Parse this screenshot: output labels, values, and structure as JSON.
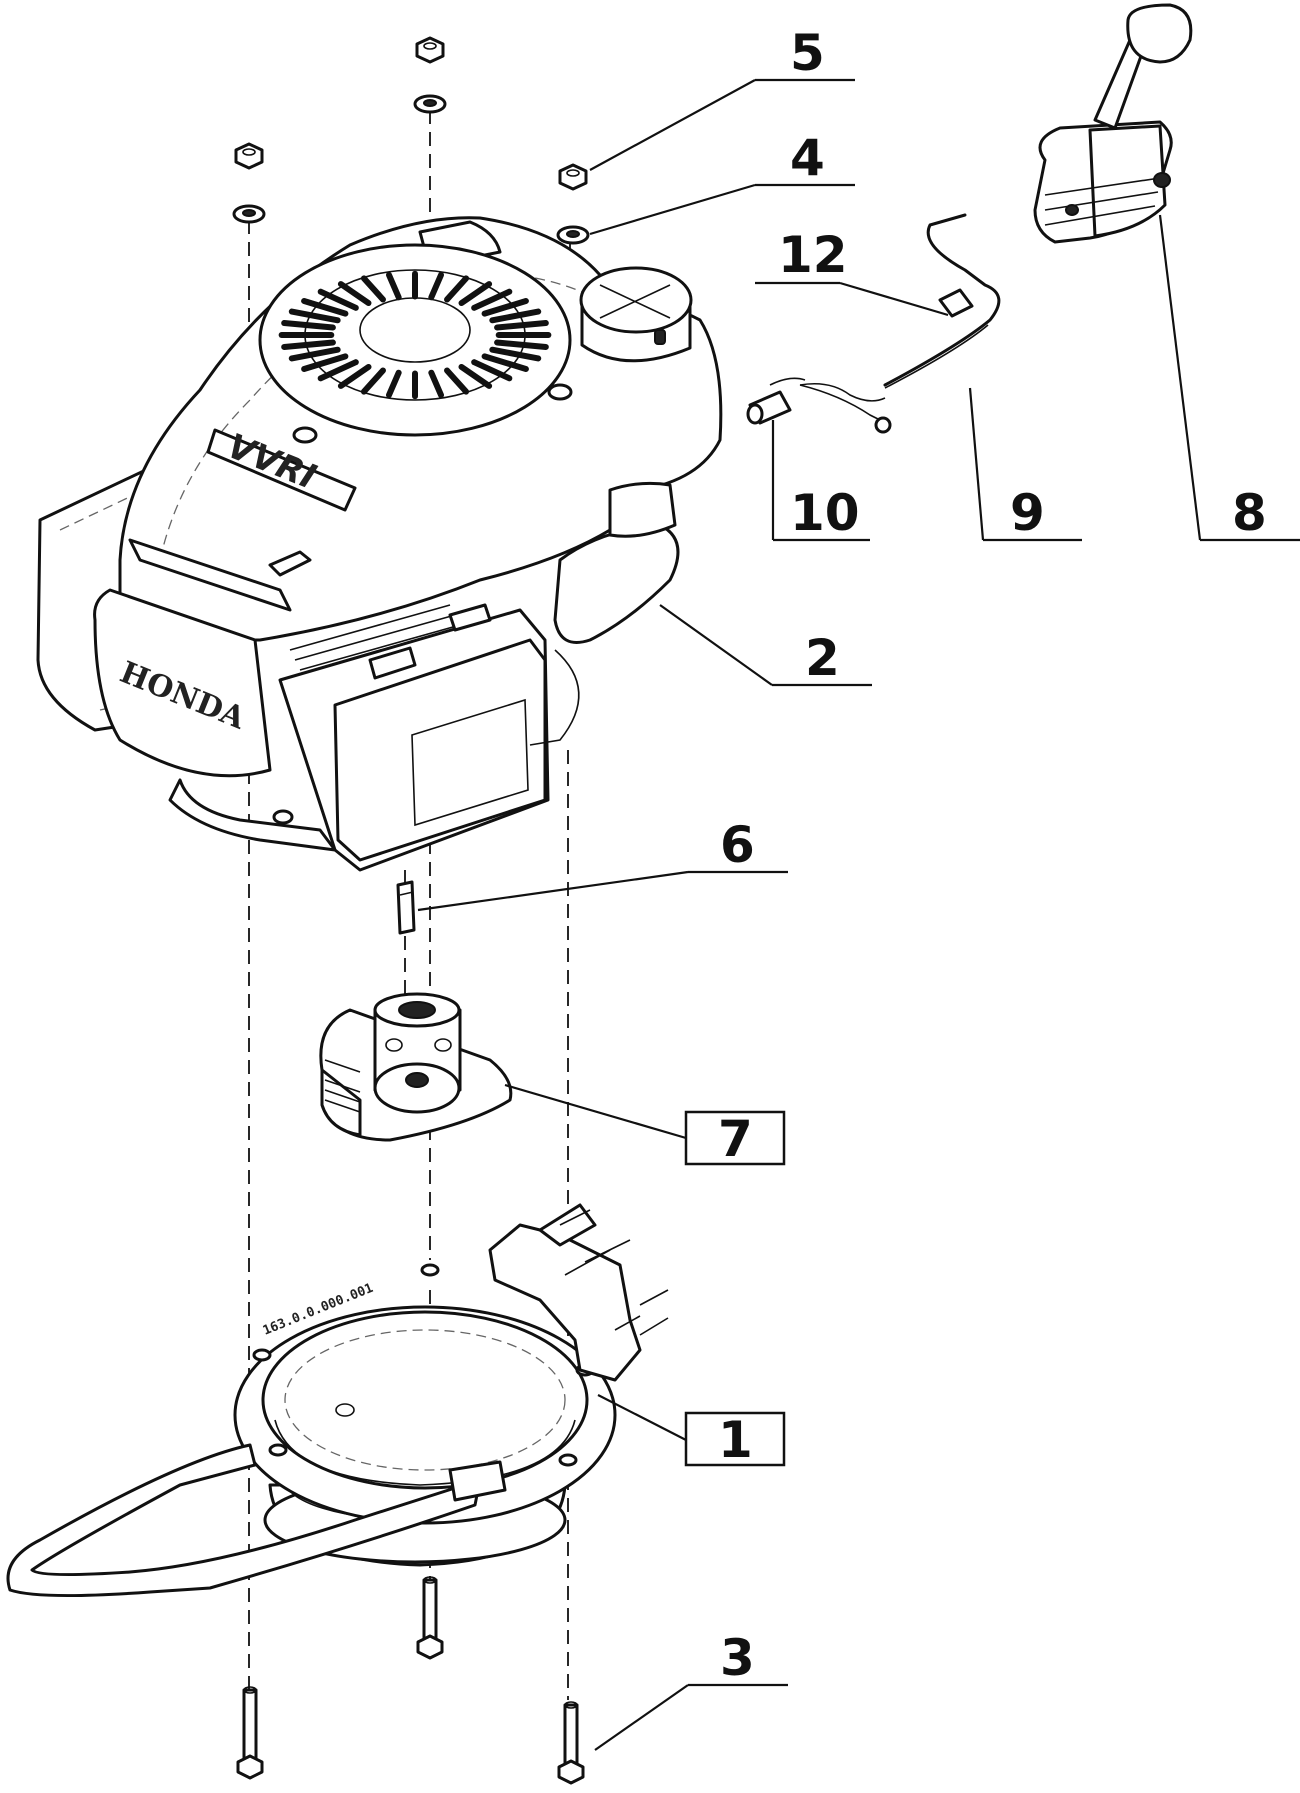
{
  "engine": {
    "brand_logo": "HONDA",
    "model_badge": "VVRI"
  },
  "deck_mount": {
    "stamp": "163.0.0.000.001"
  },
  "callouts": [
    {
      "id": "1",
      "label": "1",
      "boxed": true
    },
    {
      "id": "2",
      "label": "2",
      "boxed": false
    },
    {
      "id": "3",
      "label": "3",
      "boxed": false
    },
    {
      "id": "4",
      "label": "4",
      "boxed": false
    },
    {
      "id": "5",
      "label": "5",
      "boxed": false
    },
    {
      "id": "6",
      "label": "6",
      "boxed": false
    },
    {
      "id": "7",
      "label": "7",
      "boxed": true
    },
    {
      "id": "8",
      "label": "8",
      "boxed": false
    },
    {
      "id": "9",
      "label": "9",
      "boxed": false
    },
    {
      "id": "10",
      "label": "10",
      "boxed": false
    },
    {
      "id": "12",
      "label": "12",
      "boxed": false
    }
  ]
}
